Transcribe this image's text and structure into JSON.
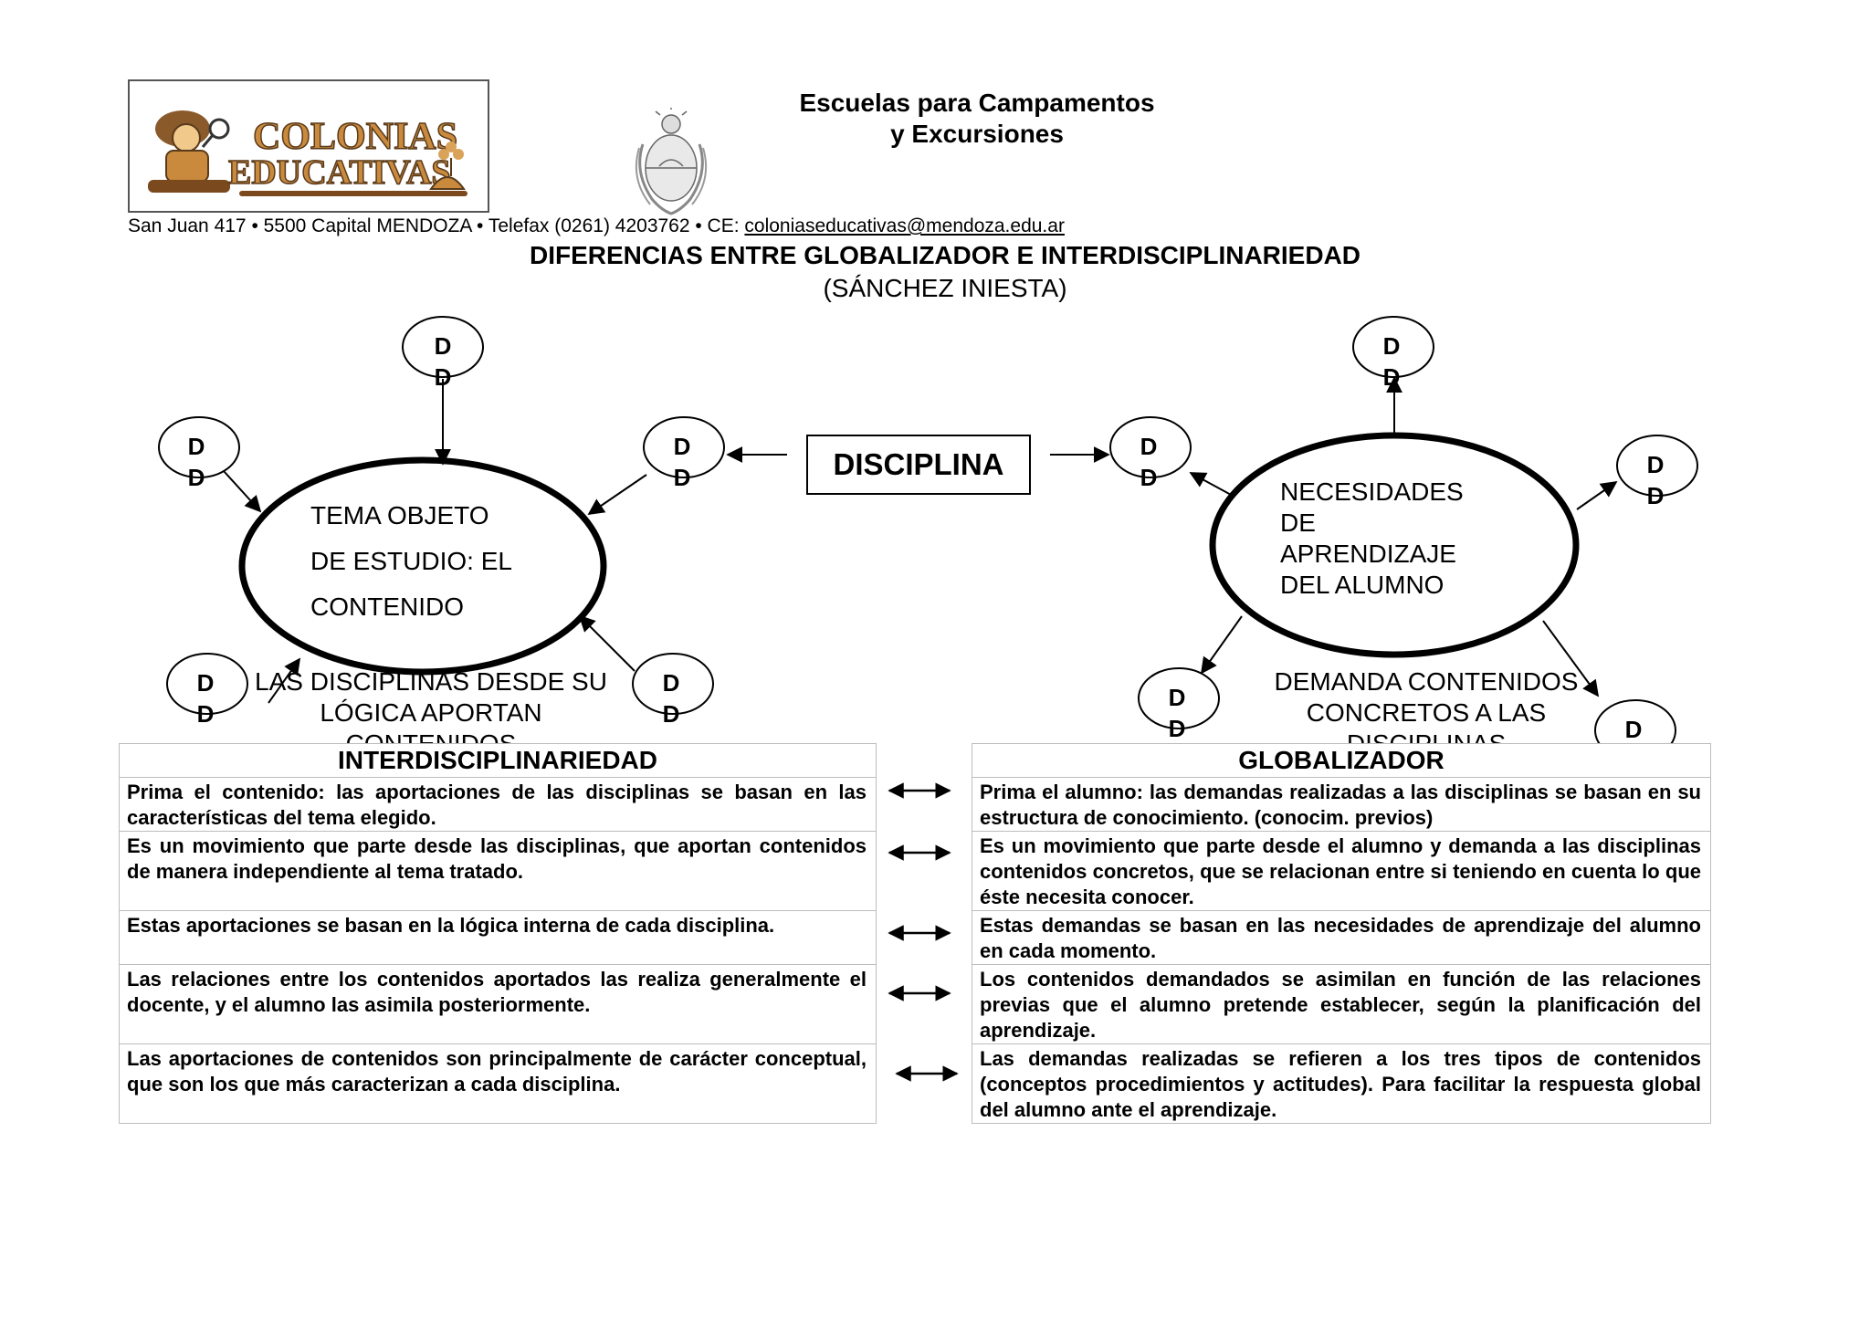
{
  "header": {
    "logo_line1": "COLONIAS",
    "logo_line2": "EDUCATIVAS",
    "org_line1": "Escuelas para Campamentos",
    "org_line2": "y Excursiones",
    "address": "San Juan 417 • 5500 Capital MENDOZA • Telefax (0261) 4203762 • CE: ",
    "email": "coloniaseducativas@mendoza.edu.ar"
  },
  "title": "DIFERENCIAS ENTRE GLOBALIZADOR E INTERDISCIPLINARIEDAD",
  "author": "(SÁNCHEZ INIESTA)",
  "diagram": {
    "d_label": "D",
    "center": "DISCIPLINA",
    "left_ellipse": [
      "TEMA OBJETO",
      "DE ESTUDIO: EL",
      "CONTENIDO"
    ],
    "right_ellipse": [
      "NECESIDADES",
      "DE",
      "APRENDIZAJE",
      "DEL ALUMNO"
    ],
    "left_caption": [
      "LAS DISCIPLINAS DESDE SU",
      "LÓGICA APORTAN",
      "CONTENIDOS"
    ],
    "right_caption": [
      "DEMANDA CONTENIDOS",
      "CONCRETOS A LAS",
      "DISCIPLINAS"
    ]
  },
  "table_left": {
    "header": "INTERDISCIPLINARIEDAD",
    "rows": [
      "Prima el contenido: las aportaciones de las disciplinas se basan en las características del tema elegido.",
      "Es un movimiento que parte desde las disciplinas, que aportan contenidos de manera independiente al tema tratado.",
      "Estas aportaciones se basan en la lógica interna de cada disciplina.",
      "Las relaciones entre los contenidos aportados las realiza generalmente el docente, y el alumno las asimila posteriormente.",
      "Las aportaciones de contenidos son principalmente de carácter conceptual, que son los que más caracterizan a cada disciplina."
    ]
  },
  "table_right": {
    "header": "GLOBALIZADOR",
    "rows": [
      "Prima el alumno: las demandas realizadas a las disciplinas se basan en su estructura de conocimiento. (conocim. previos)",
      "Es un movimiento que parte desde el alumno y demanda a las disciplinas contenidos concretos, que se relacionan entre si teniendo en cuenta lo que éste necesita conocer.",
      "Estas demandas se basan en las necesidades de aprendizaje del alumno en cada momento.",
      "Los contenidos demandados se asimilan en función de las relaciones previas que el alumno pretende establecer, según la planificación del aprendizaje.",
      "Las demandas realizadas se refieren a los tres tipos de contenidos (conceptos procedimientos y actitudes). Para facilitar la respuesta global del alumno ante el aprendizaje."
    ]
  },
  "icons": [
    "coat-of-arms-icon",
    "explorer-mascot-icon",
    "double-arrow-icon"
  ]
}
